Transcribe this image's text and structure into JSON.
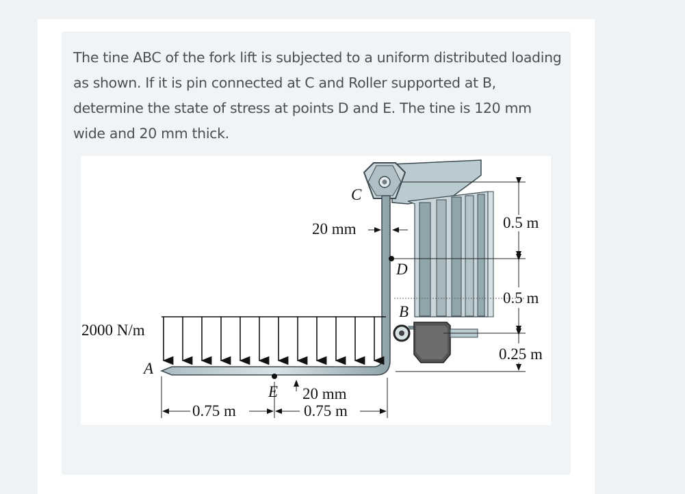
{
  "question": {
    "text": "The tine ABC of the fork lift is subjected to a uniform distributed loading as shown. If it is pin connected at C and Roller supported at B, determine the state of stress at points D and E. The tine is 120 mm wide and 20 mm thick."
  },
  "figure": {
    "labels": {
      "point_c": "C",
      "point_d": "D",
      "point_b": "B",
      "point_a": "A",
      "point_e": "E",
      "load": "2000 N/m",
      "thick_vertical": "20 mm",
      "thick_horizontal": "20 mm",
      "dim_top": "0.5 m",
      "dim_mid": "0.5 m",
      "dim_bottom": "0.25 m",
      "dim_left": "0.75 m",
      "dim_right": "0.75 m"
    },
    "colors": {
      "steel_light": "#c5d3d8",
      "steel_mid": "#9fb2b8",
      "steel_dark": "#5f6f75",
      "block_dark": "#555555"
    }
  }
}
